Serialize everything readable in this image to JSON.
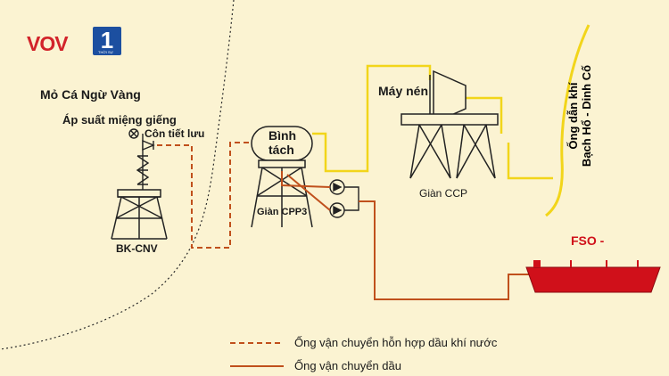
{
  "logo": {
    "brand": "VOV",
    "channel": "1",
    "channel_sub": "THỜI SỰ"
  },
  "labels": {
    "field_name": "Mỏ Cá Ngừ Vàng",
    "wellhead_pressure": "Áp suất miệng giếng",
    "choke": "Côn tiết lưu",
    "platform_bk": "BK-CNV",
    "separator_line1": "Bình",
    "separator_line2": "tách",
    "platform_cpp3": "Giàn CPP3",
    "compressor": "Máy nén",
    "platform_ccp": "Giàn CCP",
    "gas_pipeline_line1": "Ống dẫn khí",
    "gas_pipeline_line2": "Bạch Hổ - Dinh Cố",
    "fso": "FSO -"
  },
  "legend": {
    "mixed_pipeline": "Ống vận chuyển hỗn hợp dầu khí nước",
    "oil_pipeline": "Ống vận chuyển dầu"
  },
  "colors": {
    "background": "#fbf3d2",
    "mixed_line": "#c0501c",
    "oil_line": "#c0501c",
    "gas_line": "#f2d51a",
    "structure": "#222222",
    "vessel": "#d0101a",
    "logo_red": "#d2232a",
    "logo_blue": "#1c4fa0"
  }
}
